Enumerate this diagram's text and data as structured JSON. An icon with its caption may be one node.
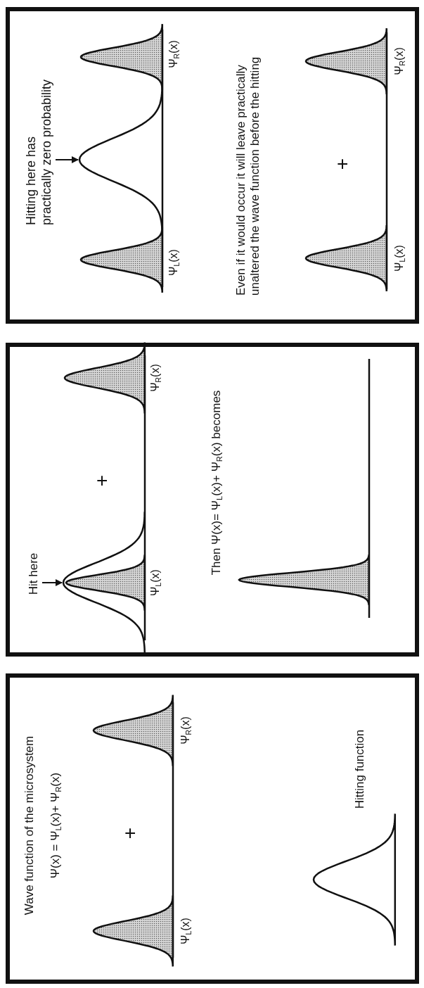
{
  "diagram": {
    "nodes": [
      {
        "text": [
          "Wave function of the microsystem",
          "Ψ(x) = Ψ$_{L}$(x)+ Ψ$_{R}$(x)",
          "+",
          "Ψ$_{L}$(x)",
          "Ψ$_{R}$(x)",
          "Hitting function"
        ]
      },
      {
        "text": [
          "Ψ$_{L}$(x)",
          "+",
          "Ψ$_{R}$(x)",
          "Then Ψ(x)= Ψ$_{L}$(x)+ Ψ$_{R}$(x) becomes"
        ]
      },
      {
        "text": [
          "Hit here"
        ],
        "in": 1
      },
      {
        "text": [
          "Ψ$_{L}$(x)",
          "Ψ$_{R}$(x)",
          "Even if it would occur it will leave practically unaltered the wave function before the hitting",
          "+",
          "Ψ$_{L}$(x)",
          "Ψ$_{R}$(x)"
        ]
      },
      {
        "text": [
          "Hitting here has practically zero probability"
        ],
        "in": 3
      }
    ],
    "edges": [
      {
        "from": 2,
        "to": null,
        "arrow": "to"
      },
      {
        "from": 4,
        "to": null,
        "arrow": "to"
      }
    ]
  }
}
